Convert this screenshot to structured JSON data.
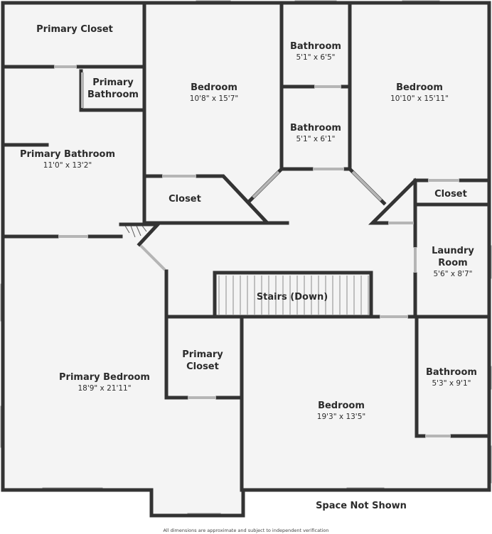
{
  "rooms": {
    "primary_closet_top": {
      "name": "Primary Closet"
    },
    "primary_bathroom_small": {
      "name_line1": "Primary",
      "name_line2": "Bathroom"
    },
    "primary_bathroom": {
      "name": "Primary Bathroom",
      "dims": "11'0\" x 13'2\""
    },
    "bedroom_top_left": {
      "name": "Bedroom",
      "dims": "10'8\" x 15'7\""
    },
    "bathroom_top": {
      "name": "Bathroom",
      "dims": "5'1\" x 6'5\""
    },
    "bathroom_mid": {
      "name": "Bathroom",
      "dims": "5'1\" x 6'1\""
    },
    "bedroom_top_right": {
      "name": "Bedroom",
      "dims": "10'10\" x 15'11\""
    },
    "closet_left": {
      "name": "Closet"
    },
    "closet_right": {
      "name": "Closet"
    },
    "laundry_room": {
      "name_line1": "Laundry",
      "name_line2": "Room",
      "dims": "5'6\" x 8'7\""
    },
    "stairs": {
      "name": "Stairs (Down)"
    },
    "primary_bedroom": {
      "name": "Primary Bedroom",
      "dims": "18'9\" x 21'11\""
    },
    "primary_closet_mid": {
      "name_line1": "Primary",
      "name_line2": "Closet"
    },
    "bedroom_bottom": {
      "name": "Bedroom",
      "dims": "19'3\" x 13'5\""
    },
    "bathroom_bottom_right": {
      "name": "Bathroom",
      "dims": "5'3\" x 9'1\""
    }
  },
  "outside_label": "Space Not Shown",
  "footer_note": "All dimensions are approximate and subject to independent verification",
  "colors": {
    "wall": "#333333",
    "floor": "#f4f4f4",
    "background": "#ffffff"
  }
}
